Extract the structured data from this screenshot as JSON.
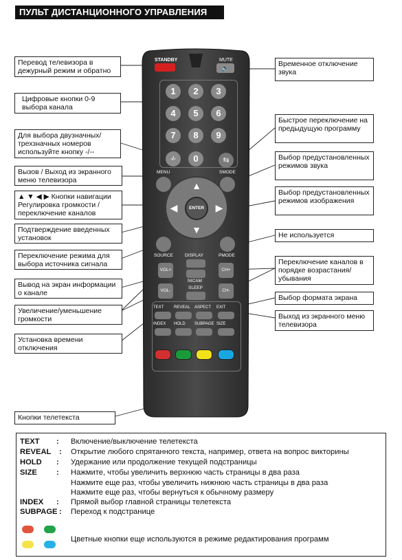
{
  "title": "ПУЛЬТ ДИСТАНЦИОННОГО УПРАВЛЕНИЯ",
  "left_callouts": [
    "Перевод телевизора в дежурный режим и обратно",
    "Цифровые кнопки 0-9 выбора канала",
    "Для выбора двузначных/ трехзначных номеров используйте кнопку -/--",
    "Вызов / Выход из экранного меню телевизора",
    "▲ ▼ ◀ ▶ Кнопки навигации Регулировка громкости / переключение каналов",
    "Подтверждение введенных установок",
    "Переключение режима для выбора источника сигнала",
    "Вывод на экран информации о канале",
    "Увеличение/уменьшение громкости",
    "Установка времени отключения",
    "Кнопки телетекста"
  ],
  "right_callouts": [
    "Временное отключение звука",
    "Быстрое переключение на предыдущую программу",
    "Выбор предустановленных режимов звука",
    "Выбор предустановленных режимов изображения",
    "Не используется",
    "Переключение каналов в порядке возрастания/ убывания",
    "Выбор формата экрана",
    "Выход из экранного меню телевизора"
  ],
  "remote": {
    "standby": "STANDBY",
    "mute": "MUTE",
    "digits": [
      "1",
      "2",
      "3",
      "4",
      "5",
      "6",
      "7",
      "8",
      "9",
      "-/-",
      "0"
    ],
    "menu": "MENU",
    "smode": "SMODE",
    "enter": "ENTER",
    "source": "SOURCE",
    "display": "DISPLAY",
    "pmode": "PMODE",
    "nicam": "NICAM",
    "sleep": "SLEEP",
    "vol_plus": "VOL+",
    "vol_minus": "VOL-",
    "ch_plus": "CH+",
    "ch_minus": "CH-",
    "teletext_row1": [
      "TEXT",
      "REVEAL",
      "ASPECT",
      "EXIT"
    ],
    "teletext_row2": [
      "INDEX",
      "HOLD",
      "SUBPAGE",
      "SIZE"
    ],
    "color_buttons": [
      "#d32f2f",
      "#1a9a3a",
      "#f2e21a",
      "#18a6e0"
    ]
  },
  "legend": [
    {
      "key": "TEXT",
      "sep": ":",
      "desc": "Включение/выключение телетекста"
    },
    {
      "key": "REVEAL",
      "sep": ":",
      "desc": "Открытие любого спрятанного текста, например, ответа на вопрос викторины"
    },
    {
      "key": "HOLD",
      "sep": ":",
      "desc": "Удержание или продолжение текущей подстраницы"
    },
    {
      "key": "SIZE",
      "sep": ":",
      "desc": "Нажмите, чтобы увеличить верхнюю часть страницы в два раза"
    },
    {
      "key": "",
      "sep": "",
      "desc": "Нажмите еще раз, чтобы увеличить нижнюю часть страницы в два раза"
    },
    {
      "key": "",
      "sep": "",
      "desc": "Нажмите еще раз, чтобы вернуться к обычному размеру"
    },
    {
      "key": "INDEX",
      "sep": ":",
      "desc": "Прямой выбор главной страницы телетекста"
    },
    {
      "key": "SUBPAGE",
      "sep": ":",
      "desc": "Переход к подстранице"
    }
  ],
  "legend_color_note": "Цветные кнопки еще используются в режиме редактирования программ",
  "legend_colors": [
    "#e2553c",
    "#22a34a",
    "#f4e34a",
    "#26b2e6"
  ]
}
